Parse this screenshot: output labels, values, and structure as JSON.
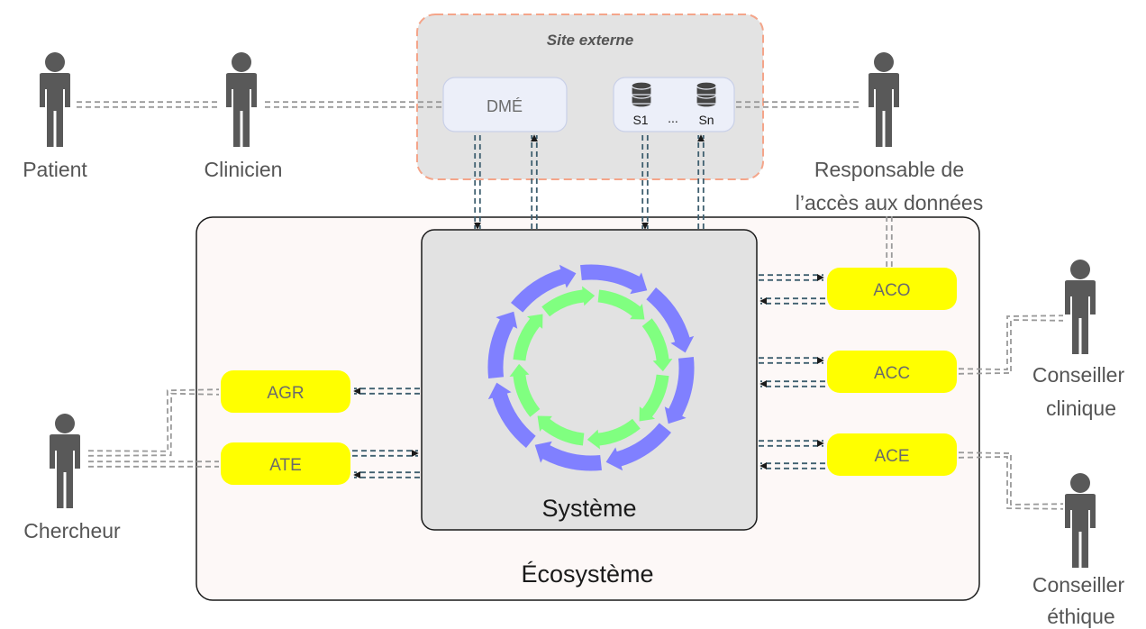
{
  "external_site": {
    "title": "Site externe"
  },
  "dme": {
    "label": "DMÉ"
  },
  "sources": {
    "first": "S1",
    "ellipsis": "...",
    "last": "Sn"
  },
  "ecosystem": {
    "label": "Écosystème"
  },
  "system": {
    "label": "Système"
  },
  "agents": {
    "aco": "ACO",
    "acc": "ACC",
    "ace": "ACE",
    "agr": "AGR",
    "ate": "ATE"
  },
  "actors": {
    "patient": "Patient",
    "clinician": "Clinicien",
    "data_officer_line1": "Responsable de",
    "data_officer_line2": "l’accès aux données",
    "clinical_advisor_line1": "Conseiller",
    "clinical_advisor_line2": "clinique",
    "ethics_advisor_line1": "Conseiller",
    "ethics_advisor_line2": "éthique",
    "researcher": "Chercheur"
  },
  "colors": {
    "agent_fill": "#ffff00",
    "outer_arrows": "#8080ff",
    "inner_arrows": "#80ff80",
    "person": "#595959",
    "external_border": "#f4a58a",
    "ecosystem_fill": "#fdf8f7",
    "system_fill": "#e2e2e2"
  }
}
